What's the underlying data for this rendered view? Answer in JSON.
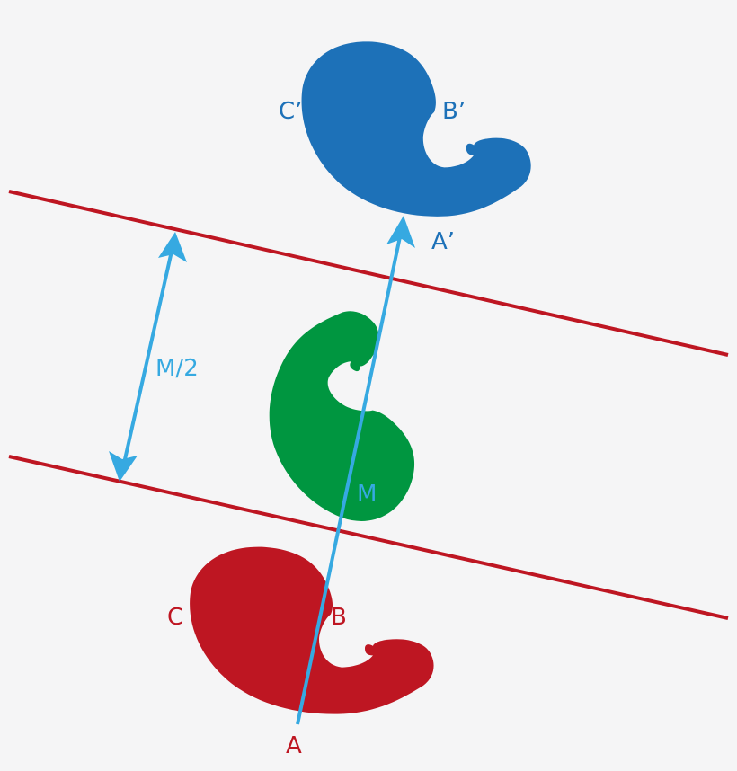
{
  "colors": {
    "background": "#f5f5f6",
    "original_shape": "#be1622",
    "middle_shape": "#009640",
    "image_shape": "#1d71b8",
    "mirror_lines": "#be1622",
    "arrows": "#36a9e1"
  },
  "labels": {
    "A": "A",
    "B": "B",
    "C": "C",
    "A_prime": "A’",
    "B_prime": "B’",
    "C_prime": "C’",
    "M": "M",
    "M_half": "M/2"
  }
}
